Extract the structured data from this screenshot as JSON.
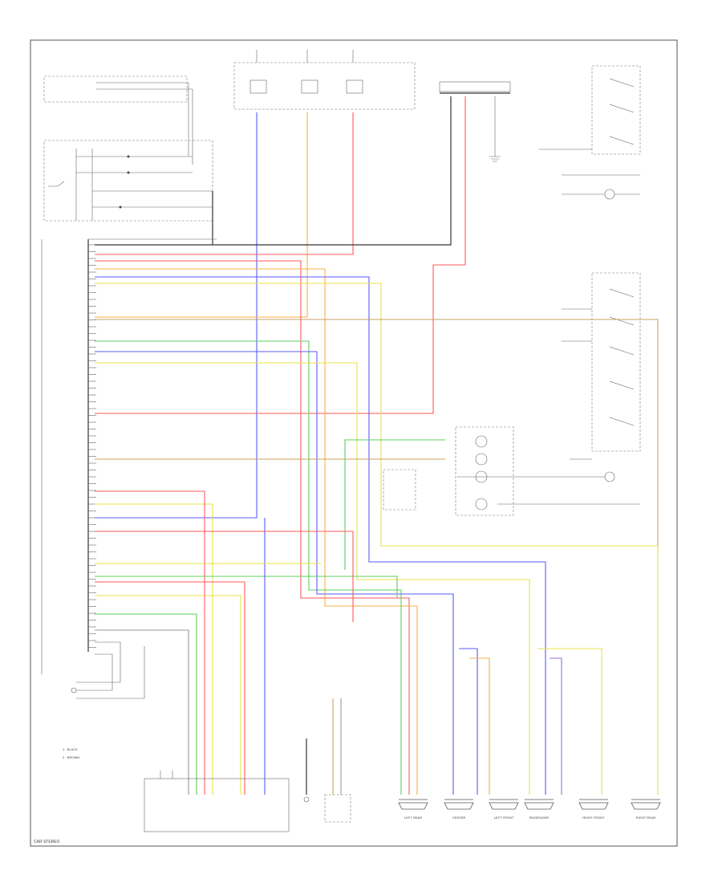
{
  "frame_label": "CAR STEREO",
  "colors": {
    "blue": "#5a5aff",
    "red": "#ff5a5a",
    "orange": "#f4b04a",
    "green": "#5ccf5c",
    "yellow": "#e8e24a",
    "tan": "#c8a060",
    "purple": "#a070d0",
    "black": "#333333",
    "gray": "#999999"
  },
  "speakers": [
    "LEFT REAR",
    "CENTER",
    "LEFT FRONT",
    "PASSENGER",
    "RIGHT FRONT",
    "RIGHT REAR"
  ],
  "notes": [
    "1 · BLACK",
    "2 · BROWN"
  ],
  "icons": [
    "ground-icon",
    "switch-icon",
    "lamp-icon",
    "connector-icon"
  ]
}
